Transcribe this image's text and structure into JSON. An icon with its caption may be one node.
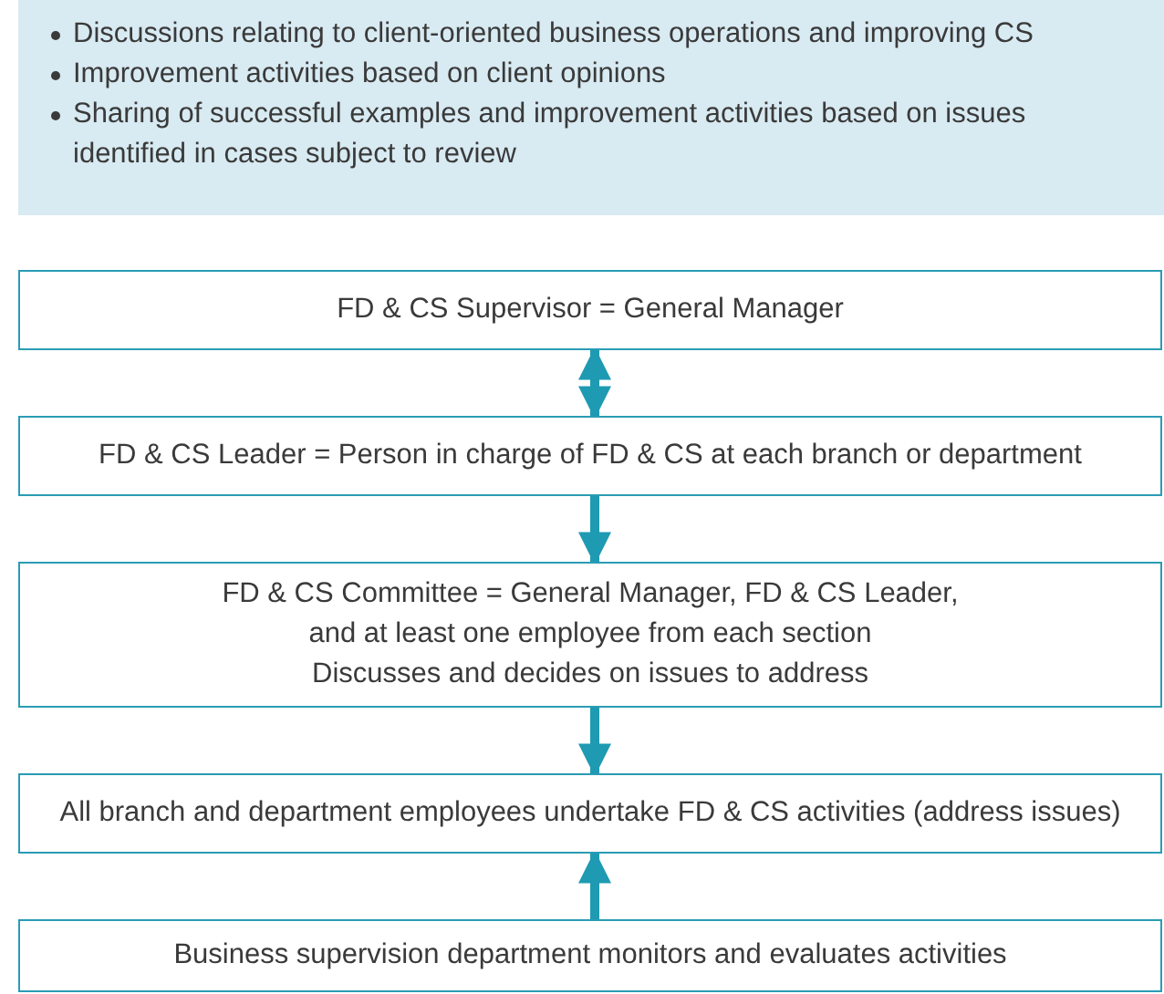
{
  "diagram": {
    "nodes": [
      {
        "text": [
          "Discussions relating to client-oriented business operations and improving CS",
          "Improvement activities based on client opinions",
          "Sharing of successful examples and improvement activities based on issues identified in cases subject to review"
        ]
      },
      {
        "text": [
          "FD & CS Supervisor = General Manager"
        ]
      },
      {
        "text": [
          "FD & CS Leader = Person in charge of FD & CS at each branch or department"
        ]
      },
      {
        "text": [
          "FD & CS Committee = General Manager, FD & CS Leader, and at least one employee from each section",
          "Discusses and decides on issues to address"
        ]
      },
      {
        "text": [
          "All branch and department employees undertake FD & CS activities (address issues)"
        ]
      },
      {
        "text": [
          "Business supervision department monitors and evaluates activities"
        ]
      }
    ],
    "edges": [
      {
        "from": 1,
        "to": 2,
        "arrow": "both"
      },
      {
        "from": 2,
        "to": 3,
        "arrow": "to"
      },
      {
        "from": 3,
        "to": 4,
        "arrow": "to"
      },
      {
        "from": 5,
        "to": 4,
        "arrow": "to"
      }
    ]
  }
}
